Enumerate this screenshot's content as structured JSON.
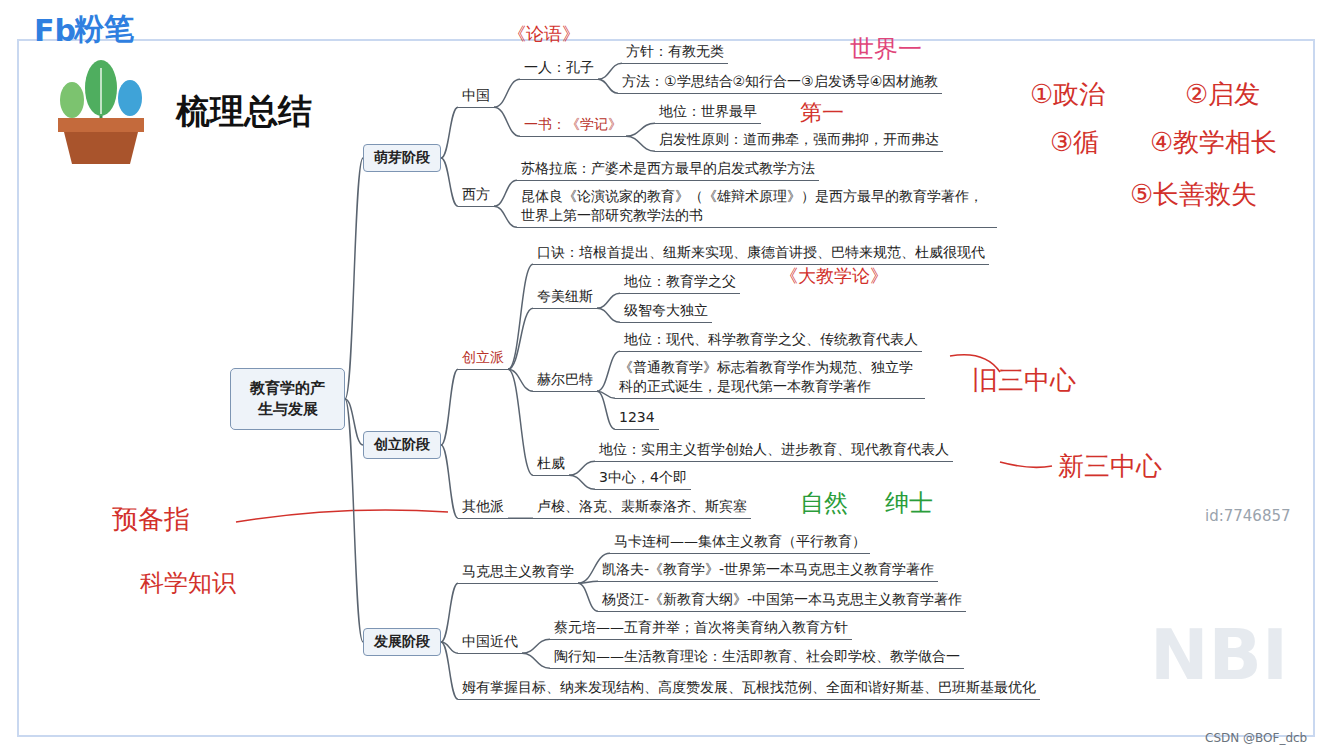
{
  "diagram": {
    "title": "梳理总结",
    "nodes": [
      {
        "text": [
          "教育学的产生与发展"
        ]
      },
      {
        "text": [
          "萌芽阶段"
        ]
      },
      {
        "text": [
          "中国"
        ]
      },
      {
        "text": [
          "一人：孔子"
        ]
      },
      {
        "text": [
          "方针：有教无类"
        ]
      },
      {
        "text": [
          "方法：①学思结合②知行合一③启发诱导④因材施教"
        ]
      },
      {
        "text": [
          "一书：《学记》"
        ]
      },
      {
        "text": [
          "地位：世界最早"
        ]
      },
      {
        "text": [
          "启发性原则：道而弗牵，强而弗抑，开而弗达"
        ]
      },
      {
        "text": [
          "西方"
        ]
      },
      {
        "text": [
          "苏格拉底：产婆术是西方最早的启发式教学方法"
        ]
      },
      {
        "text": [
          "昆体良《论演说家的教育》（《雄辩术原理》）是西方最早的教育学著作，世界上第一部研究教学法的书"
        ]
      },
      {
        "text": [
          "创立阶段"
        ]
      },
      {
        "text": [
          "创立派"
        ]
      },
      {
        "text": [
          "口诀：培根首提出、纽斯来实现、康德首讲授、巴特来规范、杜威很现代"
        ]
      },
      {
        "text": [
          "夸美纽斯"
        ]
      },
      {
        "text": [
          "地位：教育学之父"
        ]
      },
      {
        "text": [
          "级智夸大独立"
        ]
      },
      {
        "text": [
          "赫尔巴特"
        ]
      },
      {
        "text": [
          "地位：现代、科学教育学之父、传统教育代表人"
        ]
      },
      {
        "text": [
          "《普通教育学》标志着教育学作为规范、独立学科的正式诞生，是现代第一本教育学著作"
        ]
      },
      {
        "text": [
          "1234"
        ]
      },
      {
        "text": [
          "杜威"
        ]
      },
      {
        "text": [
          "地位：实用主义哲学创始人、进步教育、现代教育代表人"
        ]
      },
      {
        "text": [
          "3中心，4个即"
        ]
      },
      {
        "text": [
          "其他派"
        ]
      },
      {
        "text": [
          "卢梭、洛克、裴斯泰洛齐、斯宾塞"
        ]
      },
      {
        "text": [
          "发展阶段"
        ]
      },
      {
        "text": [
          "马克思主义教育学"
        ]
      },
      {
        "text": [
          "马卡连柯——集体主义教育（平行教育）"
        ]
      },
      {
        "text": [
          "凯洛夫-《教育学》-世界第一本马克思主义教育学著作"
        ]
      },
      {
        "text": [
          "杨贤江-《新教育大纲》-中国第一本马克思主义教育学著作"
        ]
      },
      {
        "text": [
          "中国近代"
        ]
      },
      {
        "text": [
          "蔡元培——五育并举；首次将美育纳入教育方针"
        ]
      },
      {
        "text": [
          "陶行知——生活教育理论：生活即教育、社会即学校、教学做合一"
        ]
      },
      {
        "text": [
          "姆有掌握目标、纳来发现结构、高度赞发展、瓦根找范例、全面和谐好斯基、巴班斯基最优化"
        ]
      }
    ],
    "edges": [
      {
        "from": 0,
        "to": 1,
        "arrow": "none"
      },
      {
        "from": 0,
        "to": 12,
        "arrow": "none"
      },
      {
        "from": 0,
        "to": 27,
        "arrow": "none"
      },
      {
        "from": 1,
        "to": 2,
        "arrow": "none"
      },
      {
        "from": 1,
        "to": 9,
        "arrow": "none"
      },
      {
        "from": 2,
        "to": 3,
        "arrow": "none"
      },
      {
        "from": 2,
        "to": 6,
        "arrow": "none"
      },
      {
        "from": 3,
        "to": 4,
        "arrow": "none"
      },
      {
        "from": 3,
        "to": 5,
        "arrow": "none"
      },
      {
        "from": 6,
        "to": 7,
        "arrow": "none"
      },
      {
        "from": 6,
        "to": 8,
        "arrow": "none"
      },
      {
        "from": 9,
        "to": 10,
        "arrow": "none"
      },
      {
        "from": 9,
        "to": 11,
        "arrow": "none"
      },
      {
        "from": 12,
        "to": 13,
        "arrow": "none"
      },
      {
        "from": 12,
        "to": 25,
        "arrow": "none"
      },
      {
        "from": 13,
        "to": 14,
        "arrow": "none"
      },
      {
        "from": 13,
        "to": 15,
        "arrow": "none"
      },
      {
        "from": 13,
        "to": 18,
        "arrow": "none"
      },
      {
        "from": 13,
        "to": 22,
        "arrow": "none"
      },
      {
        "from": 15,
        "to": 16,
        "arrow": "none"
      },
      {
        "from": 15,
        "to": 17,
        "arrow": "none"
      },
      {
        "from": 18,
        "to": 19,
        "arrow": "none"
      },
      {
        "from": 18,
        "to": 20,
        "arrow": "none"
      },
      {
        "from": 18,
        "to": 21,
        "arrow": "none"
      },
      {
        "from": 22,
        "to": 23,
        "arrow": "none"
      },
      {
        "from": 22,
        "to": 24,
        "arrow": "none"
      },
      {
        "from": 25,
        "to": 26,
        "arrow": "none"
      },
      {
        "from": 27,
        "to": 28,
        "arrow": "none"
      },
      {
        "from": 27,
        "to": 32,
        "arrow": "none"
      },
      {
        "from": 27,
        "to": 35,
        "arrow": "none"
      },
      {
        "from": 28,
        "to": 29,
        "arrow": "none"
      },
      {
        "from": 28,
        "to": 30,
        "arrow": "none"
      },
      {
        "from": 28,
        "to": 31,
        "arrow": "none"
      },
      {
        "from": 32,
        "to": 33,
        "arrow": "none"
      },
      {
        "from": 32,
        "to": 34,
        "arrow": "none"
      }
    ],
    "labels": [
      "Fb",
      "粉笔",
      "《论语》",
      "世界一",
      "第一",
      "①政治",
      "②启发",
      "③循",
      "④教学相长",
      "⑤长善救失",
      "《大教学论》",
      "旧三中心",
      "新三中心",
      "自然",
      "绅士",
      "预备指",
      "科学知识",
      "id:7746857",
      "NBI",
      "CSDN @BOF_dcb"
    ]
  }
}
